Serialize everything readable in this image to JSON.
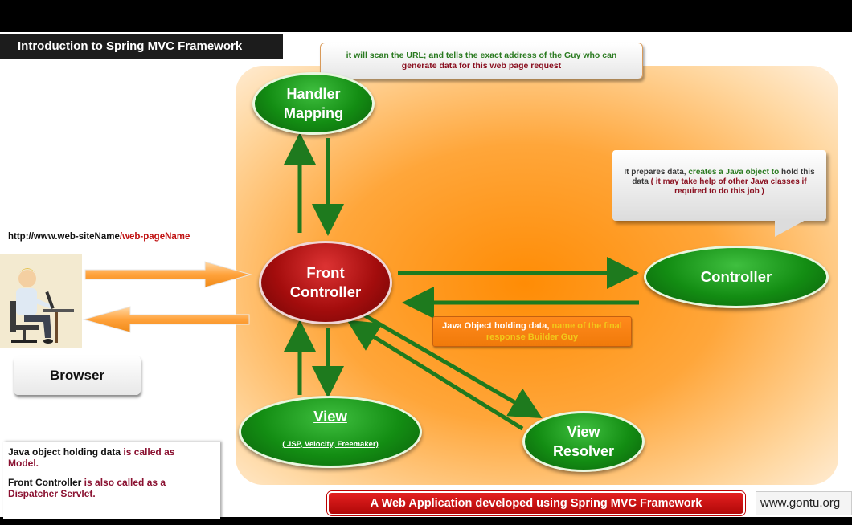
{
  "slide_title": "Introduction to Spring MVC Framework",
  "callout_top": {
    "part1": "it will scan the URL; and tells the exact address of the Guy who can",
    "part2": "generate data for this web page request"
  },
  "callout_right": {
    "p1": "It prepares data, ",
    "p2": "creates a Java object to",
    "p3": "hold this data ",
    "p4": "( it may take help of other Java classes if required to do this job )"
  },
  "nodes": {
    "handler_mapping": [
      "Handler",
      "Mapping"
    ],
    "front_controller": [
      "Front",
      "Controller"
    ],
    "controller": "Controller",
    "view": "View",
    "view_sub": "( JSP, Velocity, Freemaker)",
    "view_resolver": [
      "View",
      "Resolver"
    ]
  },
  "java_object_label": {
    "white": "Java Object holding data, ",
    "highlight": "name of the final response Builder Guy"
  },
  "url": {
    "base": "http://www.web-siteName",
    "path": "/web-pageName"
  },
  "browser_label": "Browser",
  "notes": {
    "n1a": "Java object holding data ",
    "n1b": "is called as",
    "n1c": "Model.",
    "n2a": "Front Controller ",
    "n2b": "is also called as a",
    "n2c": "Dispatcher Servlet."
  },
  "banner": "A Web Application developed using Spring MVC Framework",
  "site": "www.gontu.org",
  "colors": {
    "panel_orange": "#ff8c05",
    "node_green": "#138d13",
    "front_red": "#a40d0d",
    "arrow_green": "#1e7a1e",
    "banner_red": "#d01414"
  }
}
